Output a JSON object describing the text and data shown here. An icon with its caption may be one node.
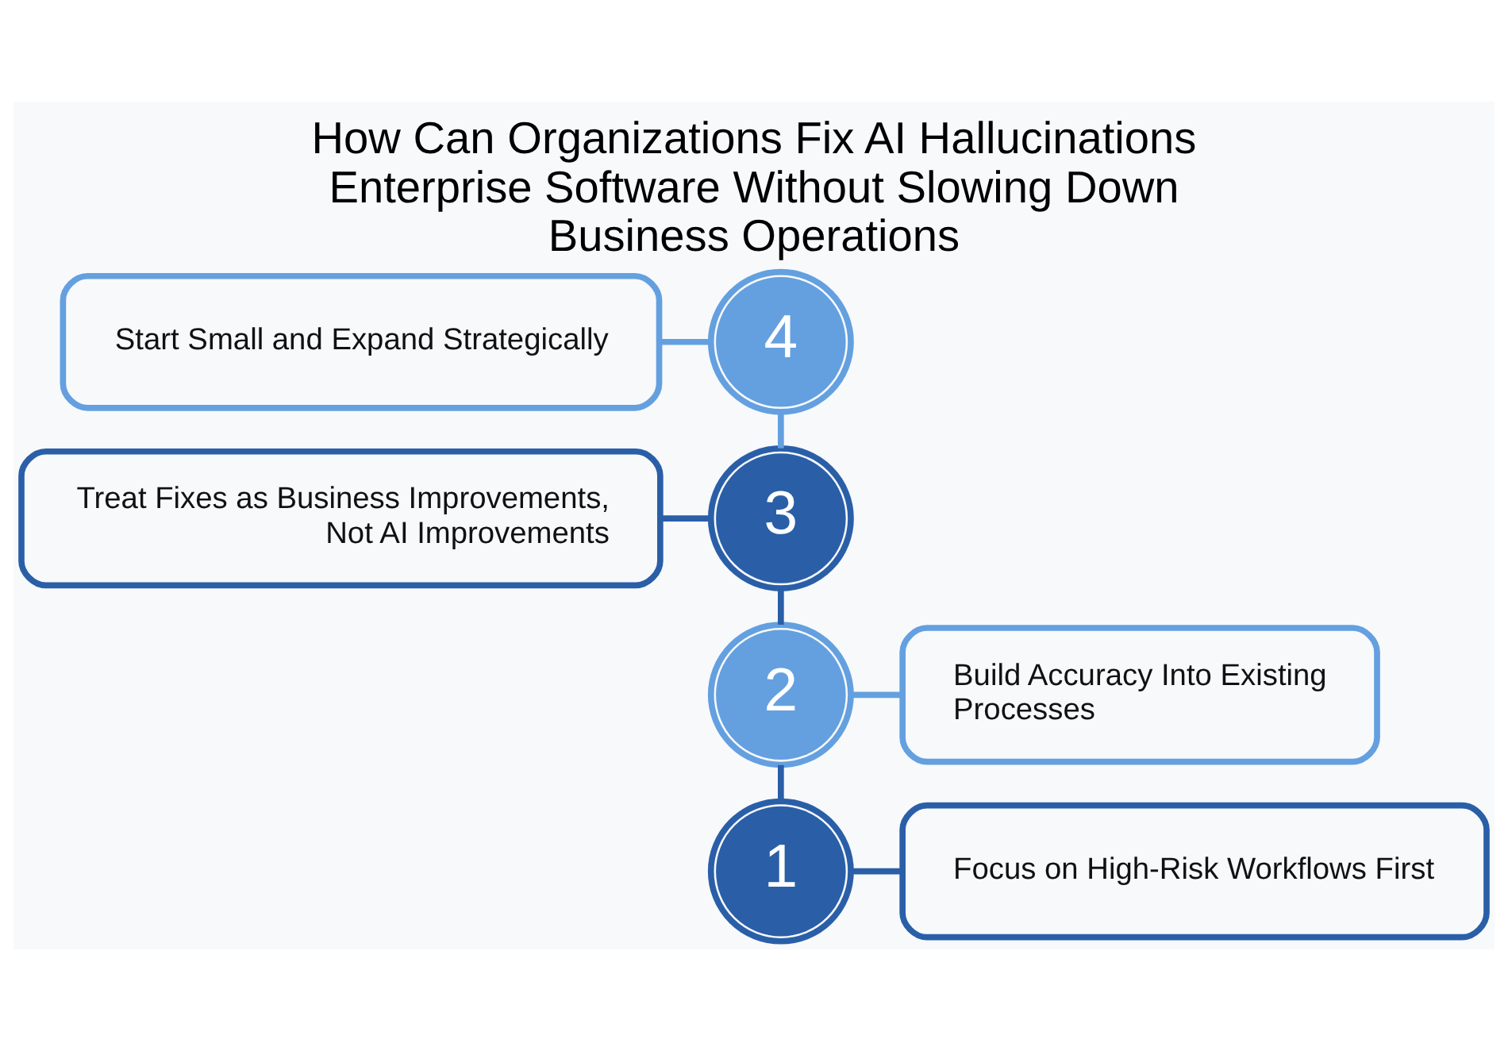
{
  "diagram": {
    "title": "How Can Organizations Fix AI Hallucinations Enterprise Software Without Slowing Down Business Operations",
    "nodes": [
      {
        "text": [
          "Start Small and Expand Strategically"
        ]
      },
      {
        "text": [
          "4"
        ]
      },
      {
        "text": [
          "Treat Fixes as Business Improvements, Not AI Improvements"
        ]
      },
      {
        "text": [
          "3"
        ]
      },
      {
        "text": [
          "2"
        ]
      },
      {
        "text": [
          "Build Accuracy Into Existing Processes"
        ]
      },
      {
        "text": [
          "1"
        ]
      },
      {
        "text": [
          "Focus on High-Risk Workflows First"
        ]
      }
    ],
    "edges": [
      {
        "from": 0,
        "to": 1,
        "arrow": "none",
        "color": "#64a0e0"
      },
      {
        "from": 2,
        "to": 3,
        "arrow": "none"
      },
      {
        "from": 3,
        "to": 1,
        "arrow": "none",
        "color": "#64a0e0"
      },
      {
        "from": 4,
        "to": 3,
        "arrow": "none"
      },
      {
        "from": 4,
        "to": 5,
        "arrow": "none",
        "color": "#64a0e0"
      },
      {
        "from": 6,
        "to": 4,
        "arrow": "none"
      },
      {
        "from": 6,
        "to": 7,
        "arrow": "none"
      }
    ]
  }
}
